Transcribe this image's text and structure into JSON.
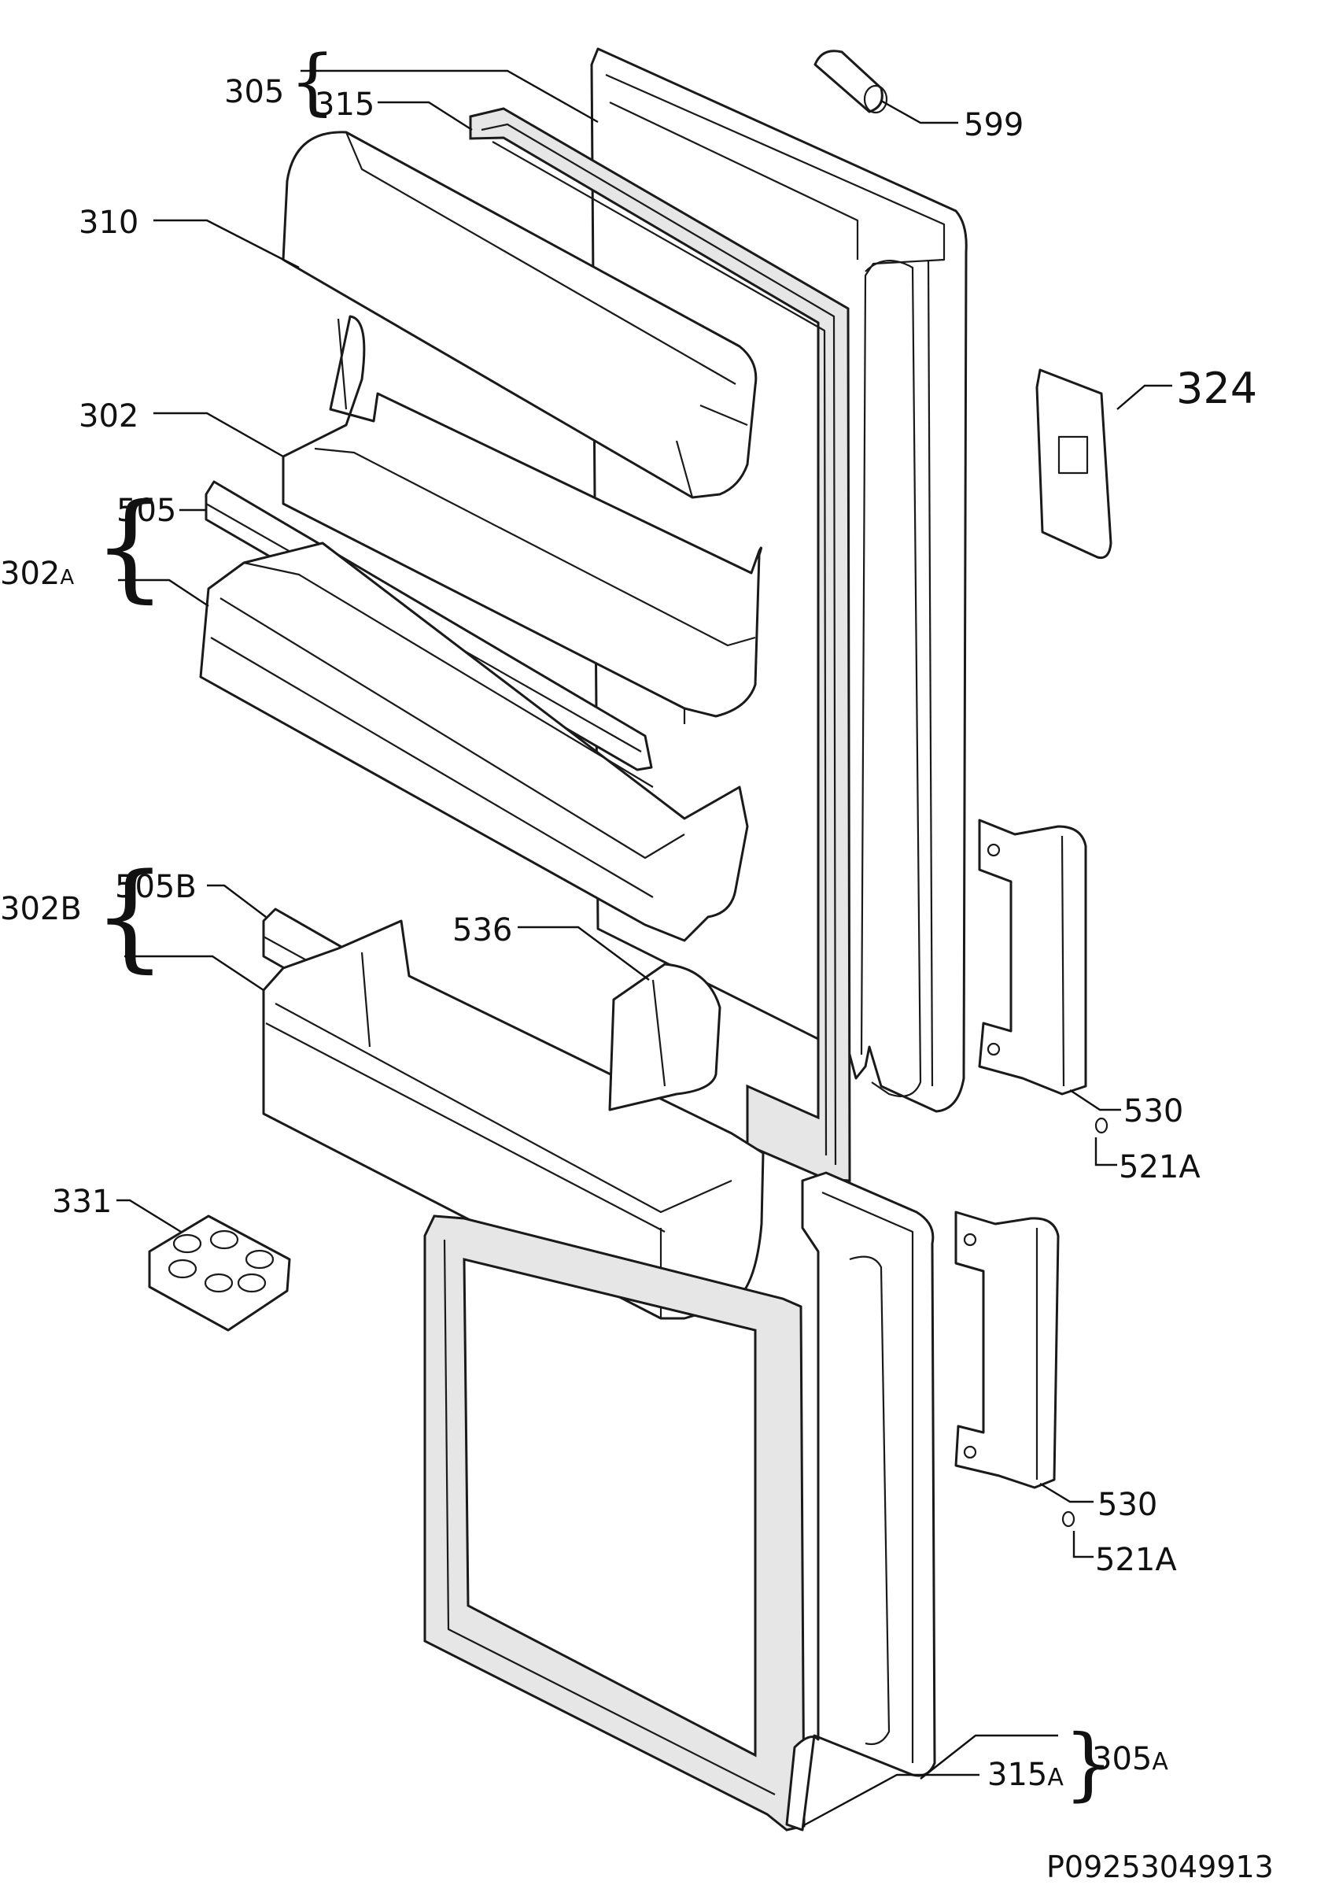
{
  "labels": {
    "l305": "305",
    "l315": "315",
    "l599": "599",
    "l310": "310",
    "l324": "324",
    "l302": "302",
    "l505": "505",
    "l302a_main": "302",
    "l302a_sub": "A",
    "l302b": "302B",
    "l505b": "505B",
    "l536": "536",
    "l530_upper": "530",
    "l521a_upper": "521A",
    "l331": "331",
    "l530_lower": "530",
    "l521a_lower": "521A",
    "l305a_main": "305",
    "l305a_sub": "A",
    "l315a_main": "315",
    "l315a_sub": "A"
  },
  "document_id": "P09253049913",
  "colors": {
    "line": "#1a1a1a",
    "gasket_fill": "#e6e6e6",
    "background": "#ffffff"
  }
}
